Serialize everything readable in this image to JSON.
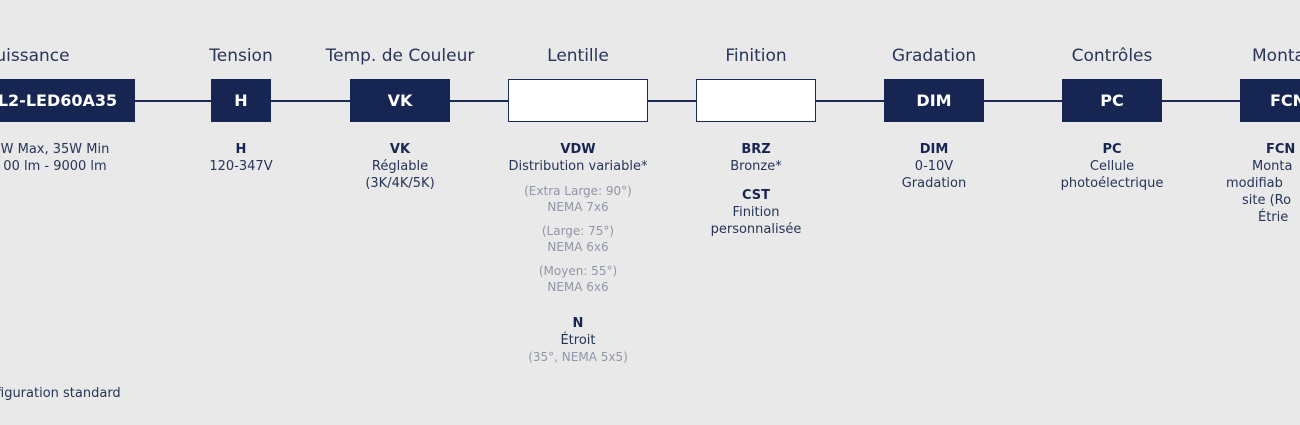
{
  "columns": [
    {
      "id": "puissance",
      "header": "Puissance",
      "box": "L2-LED60A35",
      "lines": [
        "W Max, 35W Min",
        "00 lm  - 9000 lm"
      ]
    },
    {
      "id": "tension",
      "header": "Tension",
      "box": "H",
      "code": "H",
      "lines": [
        "120-347V"
      ]
    },
    {
      "id": "temperature",
      "header": "Temp. de Couleur",
      "box": "VK",
      "code": "VK",
      "lines": [
        "Réglable",
        "(3K/4K/5K)"
      ]
    },
    {
      "id": "lentille",
      "header": "Lentille",
      "box": "",
      "code": "VDW",
      "lines": [
        "Distribution variable*"
      ],
      "muted": [
        [
          "(Extra Large: 90°)",
          "NEMA 7x6"
        ],
        [
          "(Large: 75°)",
          "NEMA 6x6"
        ],
        [
          "(Moyen: 55°)",
          "NEMA 6x6"
        ]
      ],
      "code2": "N",
      "lines2": [
        "Étroit"
      ],
      "muted2": "(35°, NEMA 5x5)"
    },
    {
      "id": "finition",
      "header": "Finition",
      "box": "",
      "code": "BRZ",
      "lines": [
        "Bronze*"
      ],
      "code2": "CST",
      "lines2": [
        "Finition",
        "personnalisée"
      ]
    },
    {
      "id": "gradation",
      "header": "Gradation",
      "box": "DIM",
      "code": "DIM",
      "lines": [
        "0-10V",
        "Gradation"
      ]
    },
    {
      "id": "controles",
      "header": "Contrôles",
      "box": "PC",
      "code": "PC",
      "lines": [
        "Cellule",
        "photoélectrique"
      ]
    },
    {
      "id": "montage",
      "header": "Monta",
      "box": "FCN",
      "code": "FCN",
      "lines": [
        "Monta",
        "modifiab",
        "site (Ro",
        "Étrie"
      ]
    }
  ],
  "footnote": "figuration standard"
}
